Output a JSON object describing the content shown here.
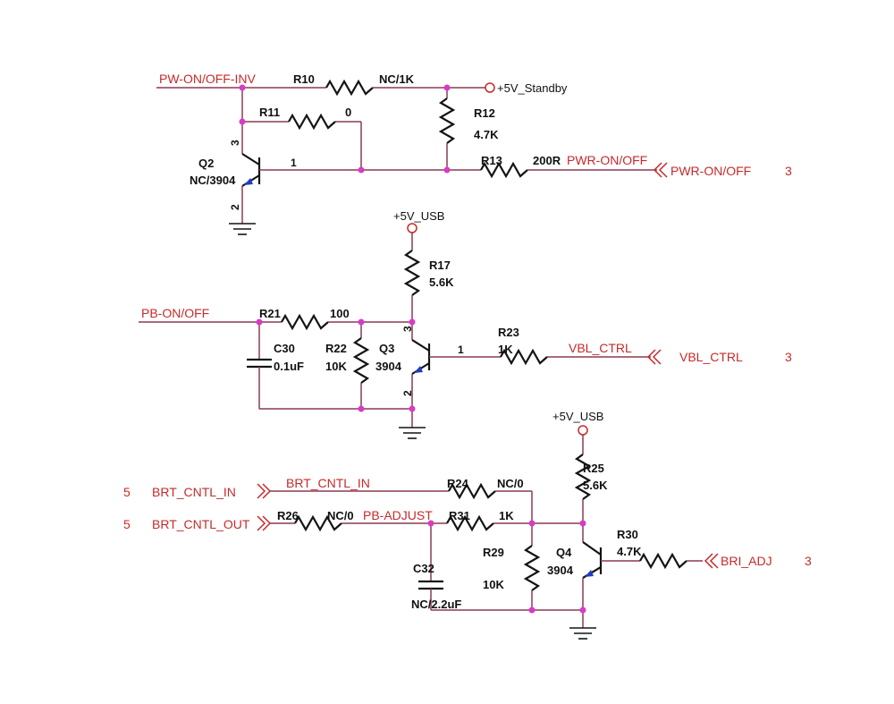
{
  "nets": {
    "pw_on_off_inv": "PW-ON/OFF-INV",
    "pwr_on_off": "PWR-ON/OFF",
    "pwr_on_off_port": "PWR-ON/OFF",
    "pb_on_off": "PB-ON/OFF",
    "vbl_ctrl": "VBL_CTRL",
    "vbl_ctrl_port": "VBL_CTRL",
    "brt_cntl_in_port": "BRT_CNTL_IN",
    "brt_cntl_in": "BRT_CNTL_IN",
    "brt_cntl_out_port": "BRT_CNTL_OUT",
    "pb_adjust": "PB-ADJUST",
    "bri_adj_port": "BRI_ADJ"
  },
  "sheet_refs": {
    "pwr_on_off": "3",
    "vbl_ctrl": "3",
    "bri_adj": "3",
    "brt_cntl_in": "5",
    "brt_cntl_out": "5"
  },
  "power": {
    "standby": "+5V_Standby",
    "usb_1": "+5V_USB",
    "usb_2": "+5V_USB"
  },
  "components": {
    "r10": {
      "ref": "R10",
      "value": "NC/1K"
    },
    "r11": {
      "ref": "R11",
      "value": "0"
    },
    "r12": {
      "ref": "R12",
      "value": "4.7K"
    },
    "r13": {
      "ref": "R13",
      "value": "200R"
    },
    "q2": {
      "ref": "Q2",
      "value": "NC/3904",
      "pins": {
        "b": "1",
        "c": "3",
        "e": "2"
      }
    },
    "r17": {
      "ref": "R17",
      "value": "5.6K"
    },
    "r21": {
      "ref": "R21",
      "value": "100"
    },
    "c30": {
      "ref": "C30",
      "value": "0.1uF"
    },
    "r22": {
      "ref": "R22",
      "value": "10K"
    },
    "q3": {
      "ref": "Q3",
      "value": "3904",
      "pins": {
        "b": "1",
        "c": "3",
        "e": "2"
      }
    },
    "r23": {
      "ref": "R23",
      "value": "1K"
    },
    "r24": {
      "ref": "R24",
      "value": "NC/0"
    },
    "r25": {
      "ref": "R25",
      "value": "5.6K"
    },
    "r26": {
      "ref": "R26",
      "value": "NC/0"
    },
    "r31": {
      "ref": "R31",
      "value": "1K"
    },
    "r29": {
      "ref": "R29",
      "value": "10K"
    },
    "q4": {
      "ref": "Q4",
      "value": "3904"
    },
    "r30": {
      "ref": "R30",
      "value": "4.7K"
    },
    "c32": {
      "ref": "C32",
      "value": "NC/2.2uF"
    }
  },
  "colors": {
    "wire": "#8b3a52",
    "net_label": "#c62a2a",
    "junction": "#d63cc6",
    "component": "#141414",
    "emitter_arrow": "#1f3fbf"
  }
}
